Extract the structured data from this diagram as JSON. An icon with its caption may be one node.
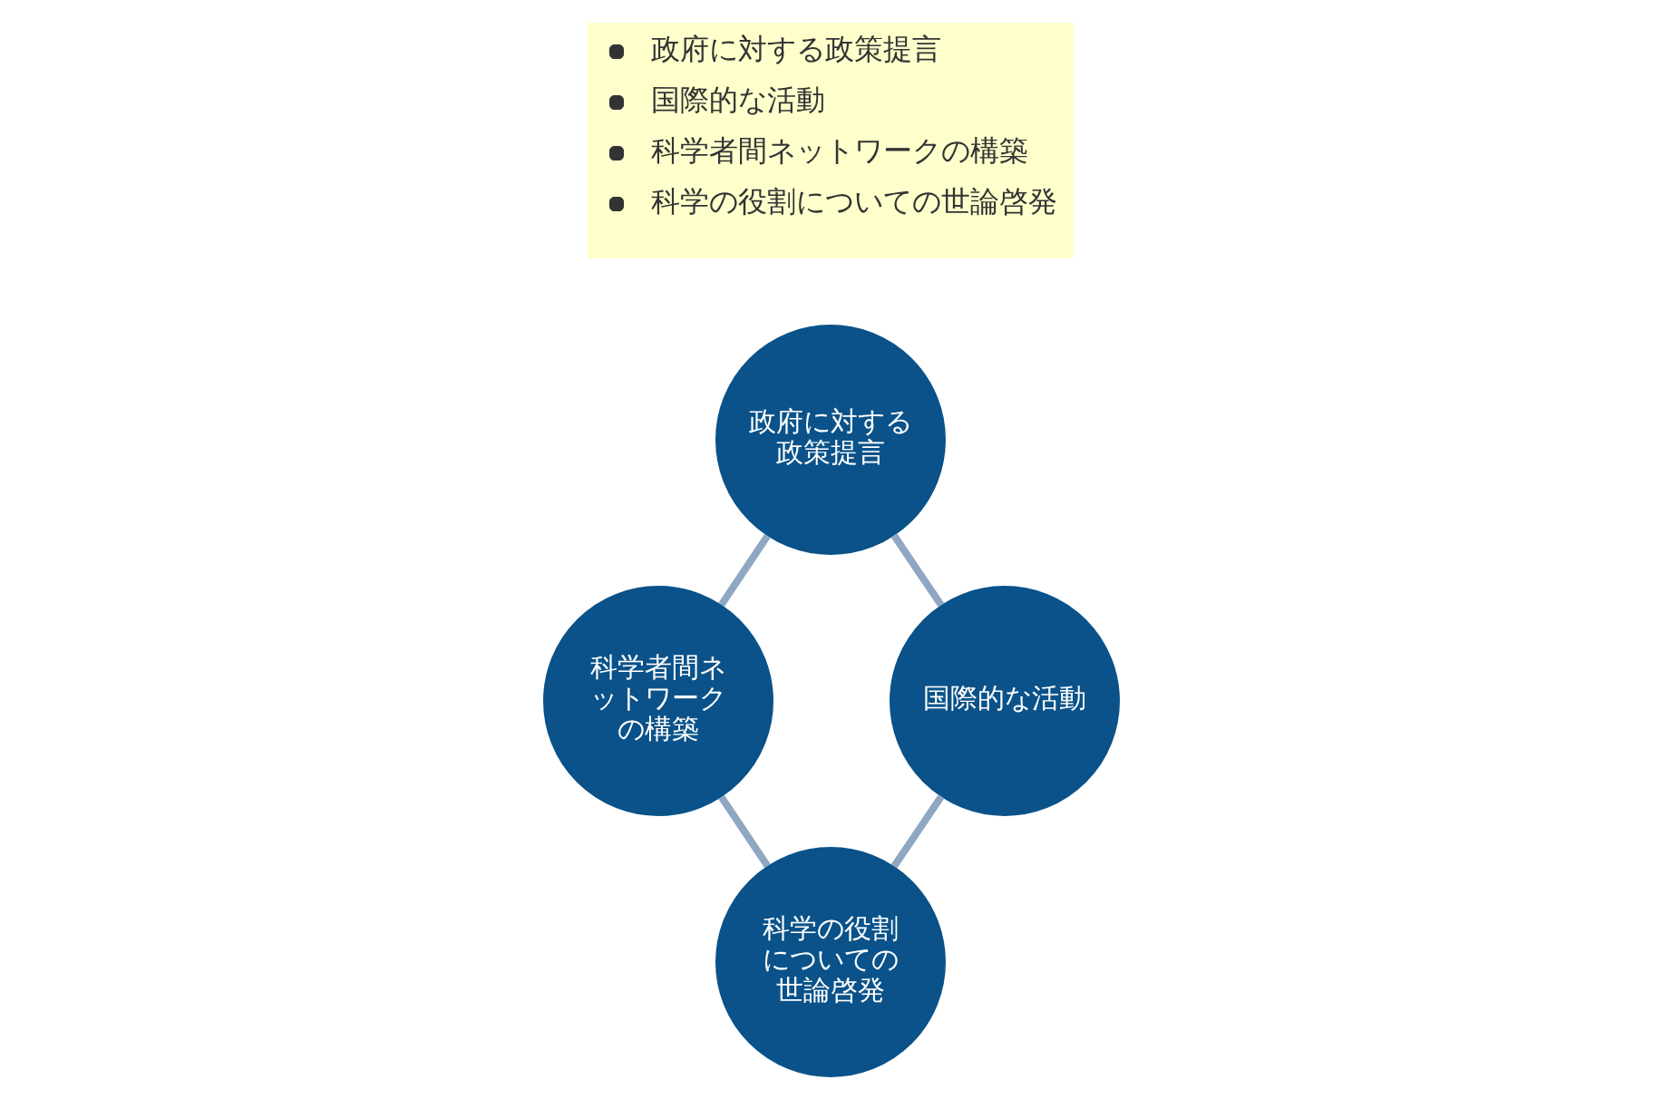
{
  "diagram": {
    "nodes": [
      {
        "text": [
          "政府に対する政策提言",
          "国際的な活動",
          "科学者間ネットワークの構築",
          "科学の役割についての世論啓発"
        ]
      },
      {
        "text": [
          "政府に対する政策提言"
        ]
      },
      {
        "text": [
          "科学者間ネットワークの構築"
        ]
      },
      {
        "text": [
          "国際的な活動"
        ]
      },
      {
        "text": [
          "科学の役割についての世論啓発"
        ]
      }
    ],
    "edges": [
      {
        "from": 1,
        "to": 2,
        "arrow": "none"
      },
      {
        "from": 1,
        "to": 3,
        "arrow": "none"
      },
      {
        "from": 2,
        "to": 4,
        "arrow": "none"
      },
      {
        "from": 3,
        "to": 4,
        "arrow": "none"
      }
    ]
  }
}
